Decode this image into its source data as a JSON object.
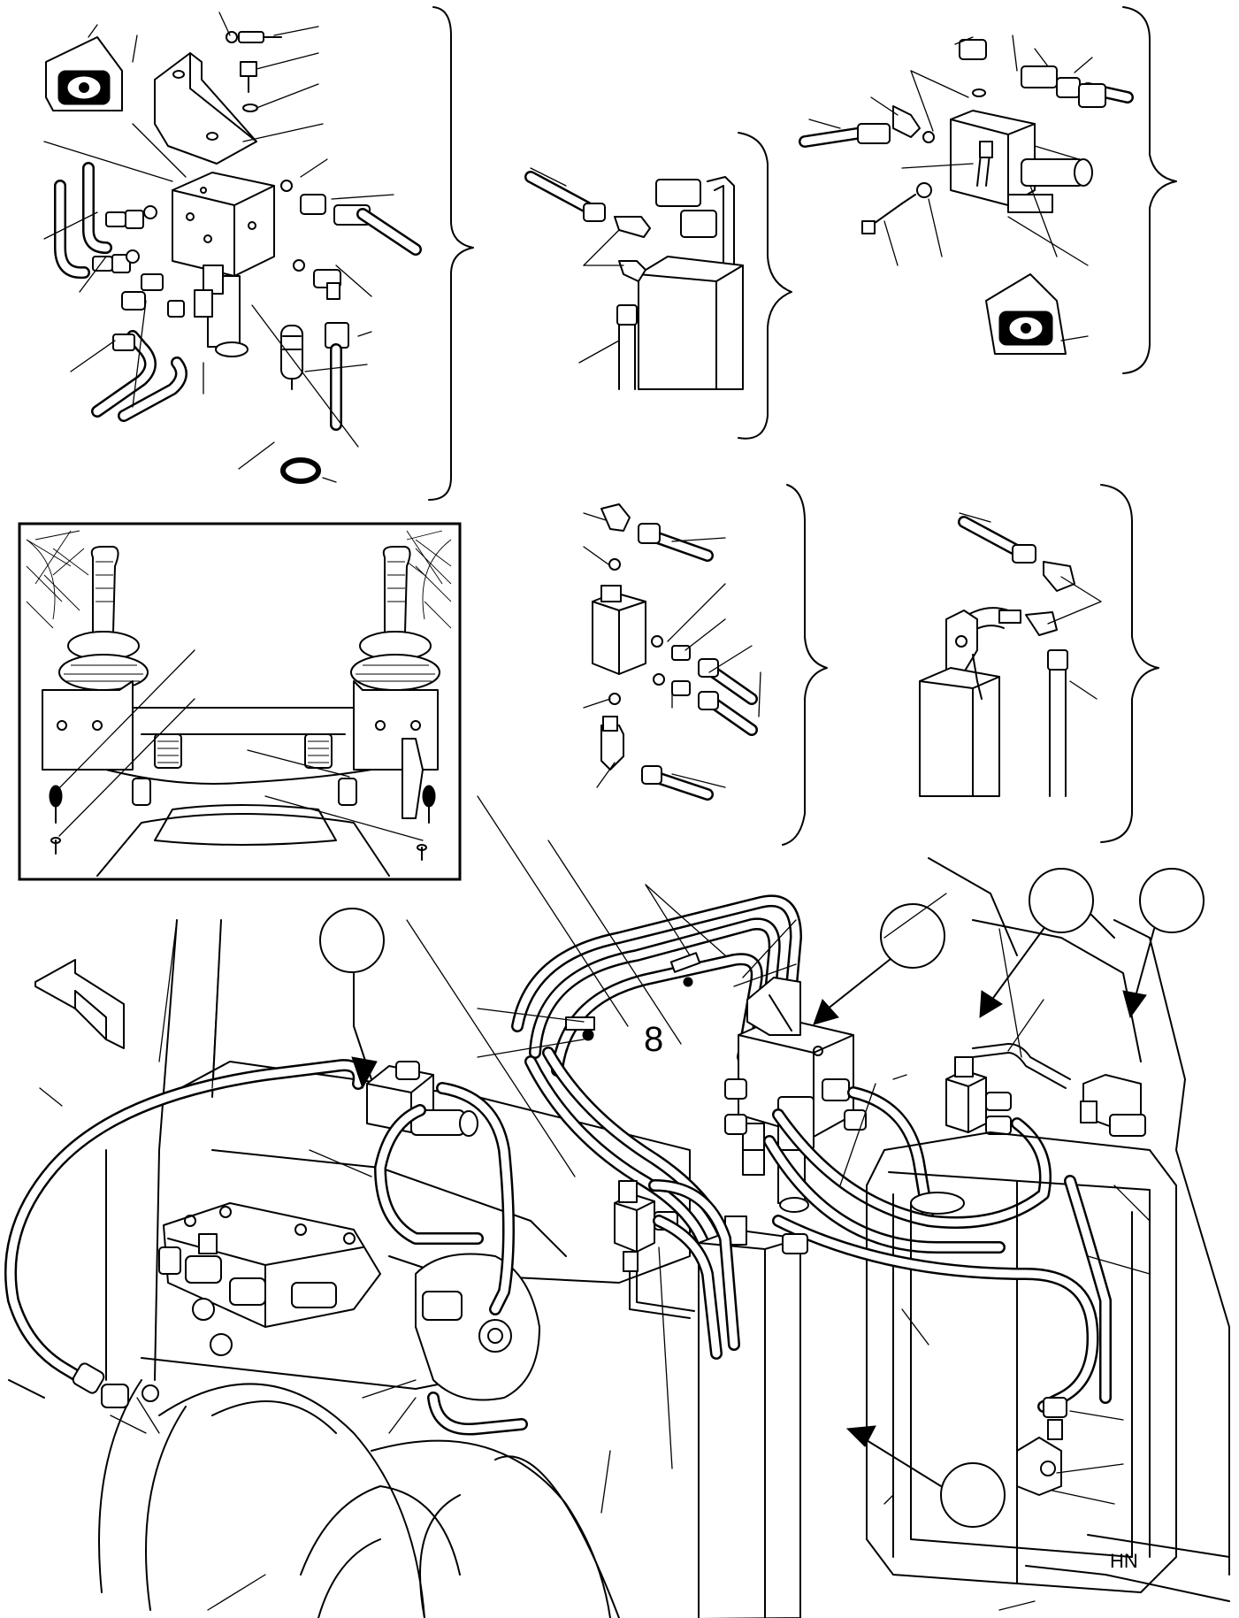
{
  "drawing": {
    "numeral_mark": "8",
    "sheet_stamp": "HN"
  },
  "views": [
    {
      "id": "pedal-valve-exploded"
    },
    {
      "id": "cylinder-fittings-top"
    },
    {
      "id": "valve-block-exploded-right"
    },
    {
      "id": "cab-floor-pedals"
    },
    {
      "id": "tee-block-fittings"
    },
    {
      "id": "cylinder-fittings-lower"
    },
    {
      "id": "machine-overview"
    }
  ],
  "colors": {
    "ink": "#000000",
    "paper": "#ffffff"
  },
  "icons": {
    "front_direction": "hollow-arrow-icon",
    "detail_callouts": "callout-circle-icon"
  }
}
